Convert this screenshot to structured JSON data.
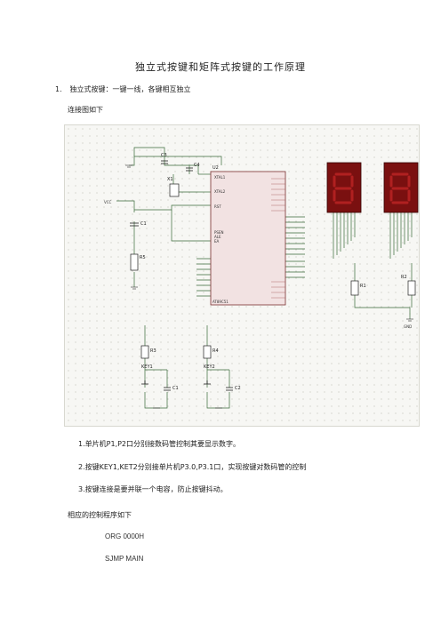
{
  "document": {
    "title": "独立式按键和矩阵式按键的工作原理",
    "section": {
      "number": "1.",
      "text": "独立式按键：一键一线，各键相互独立"
    },
    "diagram_caption": "连接图如下",
    "notes": [
      "1.单片机P1,P2口分别接数码管控制其要显示数字。",
      "2.按键KEY1,KET2分别接单片机P3.0,P3.1口，实现按键对数码管的控制",
      "3.按键连接是要并联一个电容，防止按键抖动。"
    ],
    "program_caption": "相应的控制程序如下",
    "code_lines": [
      "ORG 0000H",
      "SJMP MAIN"
    ]
  },
  "schematic": {
    "components": {
      "u2": "U2",
      "xtal1": "XTAL1",
      "xtal2": "XTAL2",
      "rst": "RST",
      "psen": "PSEN",
      "ale": "ALE",
      "ea": "EA",
      "part": "AT89C51",
      "c1": "C1",
      "c2": "C2",
      "c3": "C3",
      "c4": "C4",
      "x1": "X1",
      "r1": "R1",
      "r2": "R2",
      "r3": "R3",
      "r4": "R4",
      "r5": "R5",
      "key1": "KEY1",
      "key2": "KEY2",
      "vcc": "VCC",
      "gnd": "GND"
    }
  }
}
